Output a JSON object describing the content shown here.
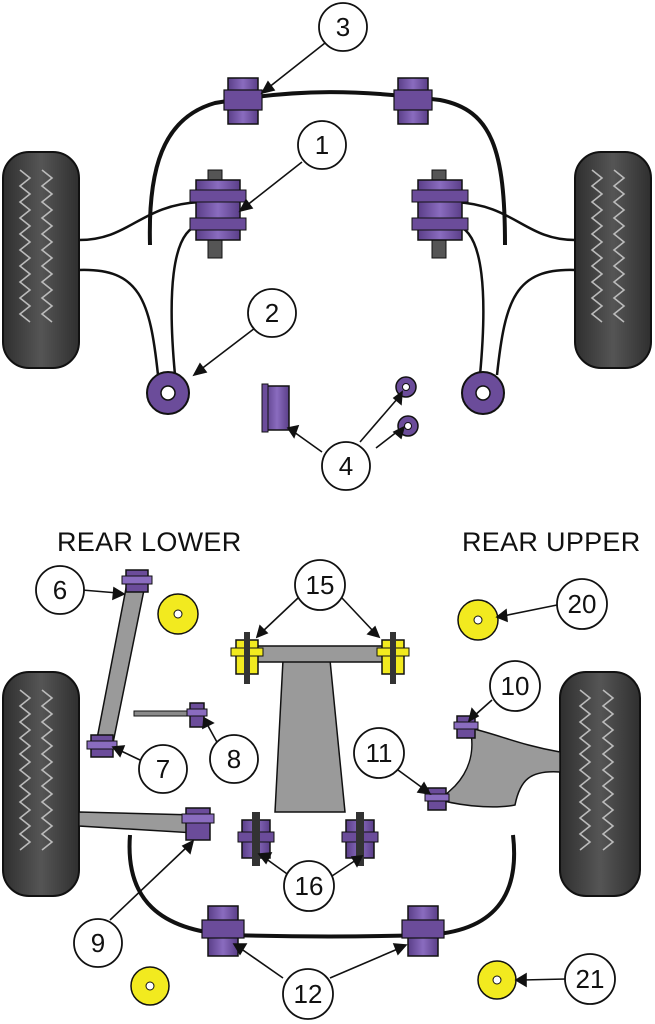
{
  "sections": {
    "rear_lower": "REAR LOWER",
    "rear_upper": "REAR UPPER"
  },
  "callouts": [
    "3",
    "1",
    "2",
    "4",
    "6",
    "7",
    "8",
    "9",
    "15",
    "16",
    "10",
    "11",
    "12",
    "20",
    "21"
  ],
  "colors": {
    "bush_purple": "#6b4c9a",
    "bush_purple_light": "#8a6cbf",
    "bush_yellow": "#f2ea1f",
    "tyre_dark": "#3d3d3d",
    "arm_grey": "#9a9a9a",
    "outline": "#1a1a1a"
  }
}
